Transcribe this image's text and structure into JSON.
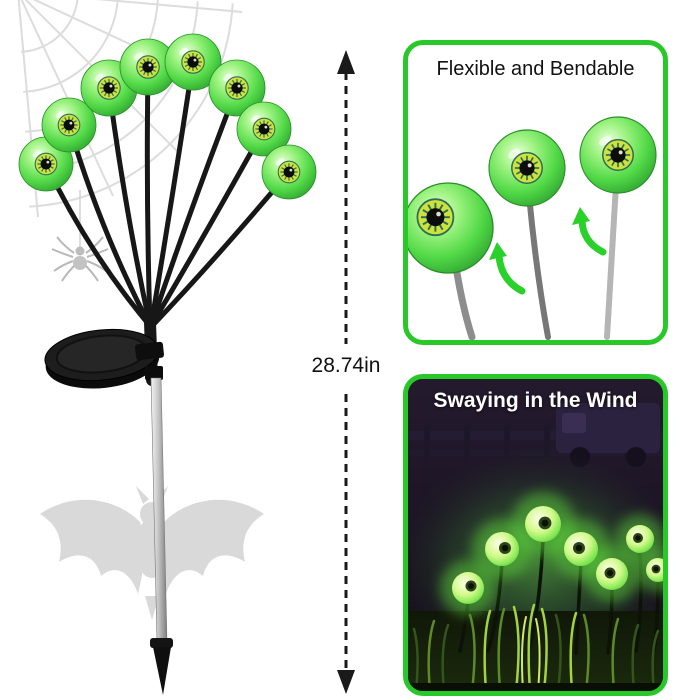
{
  "page": {
    "type": "product-infographic",
    "background_color": "#ffffff"
  },
  "measurement": {
    "value": "28.74in"
  },
  "callouts": {
    "flexible": {
      "title": "Flexible and Bendable"
    },
    "swaying": {
      "title": "Swaying in the Wind"
    }
  },
  "illustration": {
    "eyeball_count": 8,
    "night_scene_eyeball_count": 7,
    "flexible_scene_eyeball_count": 3,
    "colors": {
      "callout_border_green": "#28c828",
      "eyeball_green": "#52d947",
      "iris_yellow_green": "#cfe23c",
      "pupil_black": "#0c0c0c",
      "measure_arrow_black": "#1a1a1a",
      "bend_arrow_green": "#2bd12b",
      "web_gray": "#dcdcdc",
      "bat_gray": "#d9d9d9",
      "stake_silver": "#c6c6c6",
      "night_glow_green": "#8aea58"
    },
    "icons": {
      "spider_web": "spider-web-icon",
      "spider": "spider-icon",
      "bat": "bat-icon",
      "measurement_arrow": "vertical-double-arrow-icon",
      "bend_arrows": "bend-arrow-icon"
    }
  }
}
